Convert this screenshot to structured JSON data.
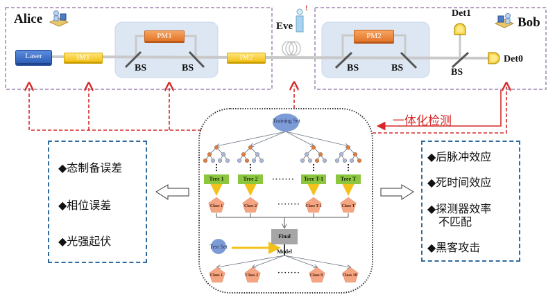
{
  "alice": {
    "label": "Alice",
    "components": {
      "laser": "Laser",
      "im1": "IM1",
      "pm1": "PM1",
      "im2": "IM2",
      "bs_left": "BS",
      "bs_right": "BS"
    }
  },
  "eve": {
    "label": "Eve",
    "alert": "!"
  },
  "bob": {
    "label": "Bob",
    "components": {
      "pm2": "PM2",
      "bs_left": "BS",
      "bs_right": "BS",
      "bs_det": "BS",
      "det1": "Det1",
      "det0": "Det0"
    }
  },
  "feedback": {
    "label": "一体化检测"
  },
  "left_list": {
    "items": [
      "◆态制备误差",
      "◆相位误差",
      "◆光强起伏"
    ]
  },
  "right_list": {
    "items": [
      "◆后脉冲效应",
      "◆死时间效应",
      "◆探测器效率",
      "不匹配",
      "◆黑客攻击"
    ]
  },
  "random_forest": {
    "training_set": "Training Set",
    "trees": [
      "Tree 1",
      "Tree 2",
      "Tree T-1",
      "Tree T"
    ],
    "tree_classes": [
      "Class 1",
      "Class 2",
      "Class T-1",
      "Class T"
    ],
    "ellipsis": "·······",
    "final_model": "Final Model",
    "test_set": "Test Set",
    "output_classes": [
      "Class 1",
      "Class 2",
      "Class 9",
      "Class 10"
    ]
  },
  "colors": {
    "party_border": "#8a6aa0",
    "feedback_red": "#d62828",
    "list_border": "#2f6a9e",
    "tree_green": "#8cc63f",
    "class_salmon": "#f4a582",
    "node_orange": "#e07b39",
    "node_blue": "#a9b7d9",
    "arrow_yellow": "#f2c21a",
    "final_model_gray": "#a6a6a6",
    "set_blue": "#7d9bd6"
  }
}
